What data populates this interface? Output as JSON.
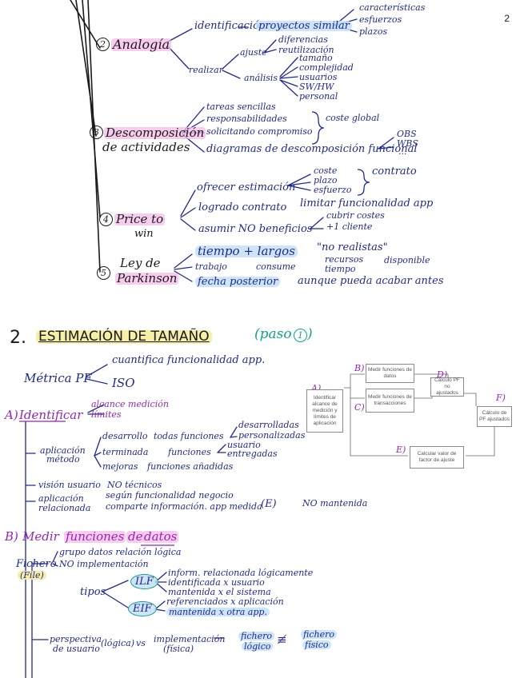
{
  "page_number": "2",
  "s1": {
    "n2_num": "2",
    "analogia": "Analogía",
    "identificacion": "identificación.",
    "proyectos_similares": "proyectos similar",
    "caracteristicas": "características",
    "esfuerzos": "esfuerzos",
    "plazos": "plazos",
    "realizar": "realizar",
    "ajuste": "ajuste",
    "diferencias": "diferencias",
    "reutilizacion": "reutilización",
    "analisis": "análisis",
    "tamano": "tamaño",
    "complejidad": "complejidad",
    "usuarios": "usuarios",
    "sw_hw": "SW/HW",
    "personal": "personal",
    "n3_num": "3",
    "descomposicion": "Descomposición",
    "de_actividades": "de actividades",
    "tareas_sencillas": "tareas sencillas",
    "responsabilidades": "responsabilidades",
    "solicitando_compromiso": "solicitando compromiso",
    "coste_global": "coste global",
    "diagramas": "diagramas de descomposición funcional",
    "obs": "OBS",
    "wbs": "WBS",
    "dots": "...",
    "ofrecer_estimacion": "ofrecer estimación",
    "coste": "coste",
    "plazo": "plazo",
    "esfuerzo": "esfuerzo",
    "contrato": "contrato",
    "n4_num": "4",
    "price_to": "Price to",
    "win": "win",
    "logrado_contrato": "logrado contrato",
    "limitar_funcionalidad": "limitar funcionalidad app",
    "cubrir_costes": "cubrir costes",
    "asumir": "asumir NO beneficios",
    "mas_1_cliente": "+1 cliente",
    "n5_num": "5",
    "ley_de": "Ley de",
    "parkinson": "Parkinson",
    "tiempo_largos": "tiempo + largos",
    "no_realistas": "\"no realistas\"",
    "trabajo": "trabajo",
    "consume": "consume",
    "recursos": "recursos",
    "tiempo": "tiempo",
    "disponible": "disponible",
    "fecha_posterior": "fecha posterior",
    "aunque": "aunque pueda acabar antes"
  },
  "s2": {
    "num": "2.",
    "title": "ESTIMACIÓN DE TAMAÑO",
    "paso_prefix": "(paso",
    "paso_num": "1",
    "paso_suffix": ")",
    "metrica_pf": "Métrica PF",
    "cuantifica": "cuantifica funcionalidad app.",
    "iso": "ISO",
    "a_label": "A)",
    "identificar": "Identificar",
    "alcance": "alcance medición",
    "limites": "límites",
    "aplicacion_metodo_1": "aplicación",
    "aplicacion_metodo_2": "método",
    "desarrollo": "desarrollo",
    "todas_funciones": "todas funciones",
    "desarrolladas": "desarrolladas",
    "personalizadas": "personalizadas",
    "terminada": "terminada",
    "funciones": "funciones",
    "usuario": "usuario",
    "entregadas": "entregadas",
    "mejoras": "mejoras",
    "funciones_anadidas": "funciones añadidas",
    "vision_usuario": "visión usuario",
    "no_tecnicos": "NO técnicos",
    "aplicacion_relacionada_1": "aplicación",
    "aplicacion_relacionada_2": "relacionada",
    "segun_funcionalidad": "según funcionalidad negocio",
    "comparte_info": "comparte información. app medida",
    "e_paren": "(E)",
    "no_mantenida": "NO mantenida"
  },
  "diagram": {
    "label_a": "A)",
    "label_b": "B)",
    "label_c": "C)",
    "label_d": "D)",
    "label_e": "E)",
    "label_f": "F)",
    "box_identificar": "Identificar alcance de medición y límites de aplicación",
    "box_datos": "Medir funciones de datos",
    "box_transacciones": "Medir funciones de transacciones",
    "box_no_ajustados": "Cálculo PF no ajustados",
    "box_ajustados": "Cálculo de PF ajustados",
    "box_factor": "Calcular valor de factor de ajuste"
  },
  "s3": {
    "b_label": "B)",
    "medir": "Medir",
    "funciones_de": "funciones",
    "de": "de",
    "datos": "datos",
    "fichero": "Fichero",
    "file": "(File)",
    "grupo_datos": "grupo datos relación lógica",
    "no_implementacion": "NO implementación",
    "tipos": "tipos",
    "ilf": "ILF",
    "inform_relacionada": "inform. relacionada lógicamente",
    "identificada_usuario": "identificada x usuario",
    "mantenida_sistema": "mantenida x el sistema",
    "eif": "EIF",
    "referenciados": "referenciados x aplicación",
    "mantenida_otra": "mantenida x otra app.",
    "perspectiva_1": "perspectiva",
    "perspectiva_2": "de usuario",
    "logica": "(lógica)",
    "vs": "vs",
    "implementacion_1": "implementación",
    "implementacion_2": "(física)",
    "fichero_logico_1": "fichero",
    "fichero_logico_2": "lógico",
    "not_equal": "≢",
    "fichero_fisico_1": "fichero",
    "fichero_fisico_2": "físico"
  }
}
